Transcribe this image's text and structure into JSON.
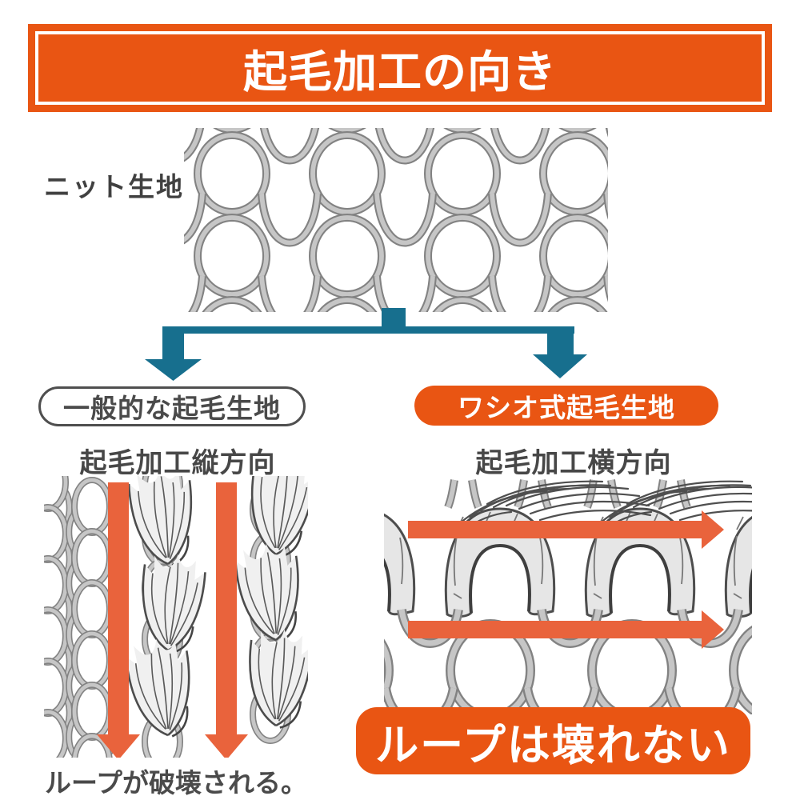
{
  "title": "起毛加工の向き",
  "fabric_label": "ニット生地",
  "branch": {
    "left": "一般的な起毛生地",
    "right": "ワシオ式起毛生地"
  },
  "left_panel": {
    "caption": "起毛加工縦方向",
    "result": "ループが破壊される。"
  },
  "right_panel": {
    "caption": "起毛加工横方向",
    "result": "ループは壊れない"
  },
  "colors": {
    "orange": "#e95513",
    "arrow_orange": "#e9633c",
    "teal": "#176f8e",
    "yarn_fill": "#c6c6c6",
    "yarn_outline": "#828282",
    "text_gray": "#4a4a4a"
  }
}
